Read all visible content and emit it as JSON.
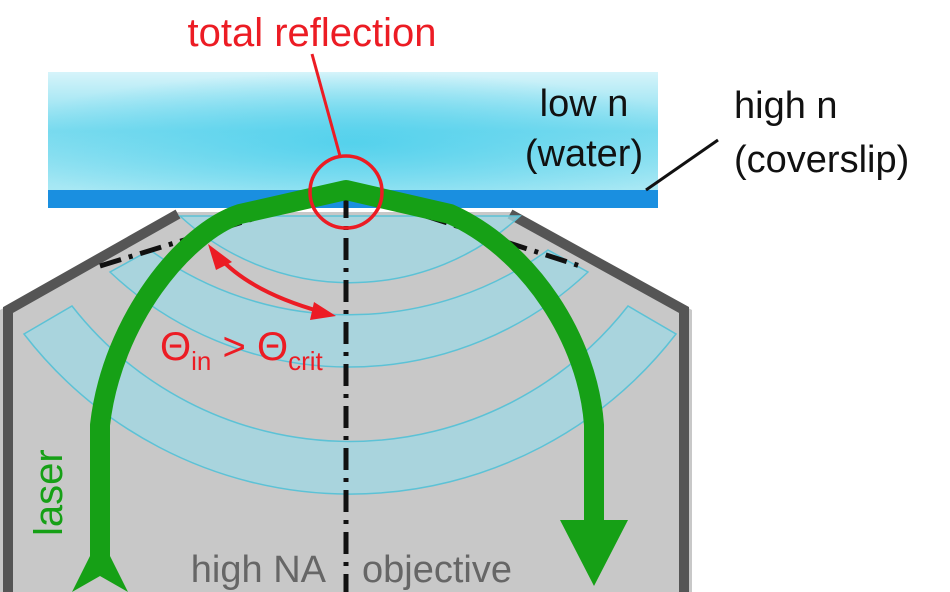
{
  "labels": {
    "total_reflection": "total reflection",
    "low_n": "low n",
    "water": "(water)",
    "high_n": "high n",
    "coverslip": "(coverslip)",
    "theta_in": "Θ",
    "theta_in_sub": "in",
    "greater_than": " > ",
    "theta_crit": "Θ",
    "theta_crit_sub": "crit",
    "laser": "laser",
    "high_na": "high NA",
    "objective": "objective"
  },
  "colors": {
    "laser_green": "#16a016",
    "annotation_red": "#ec1c24",
    "coverslip_blue": "#1a8fe0",
    "water_cyan": "#7fdcef",
    "objective_gray": "#c8c8c8",
    "objective_edge": "#555555",
    "lens_cyan": "#9fd8e4",
    "axis_black": "#111111"
  },
  "icons": {
    "laser_beam": "arrow-path",
    "reflection_marker": "circle",
    "angle_indicator": "double-arrow-arc"
  }
}
